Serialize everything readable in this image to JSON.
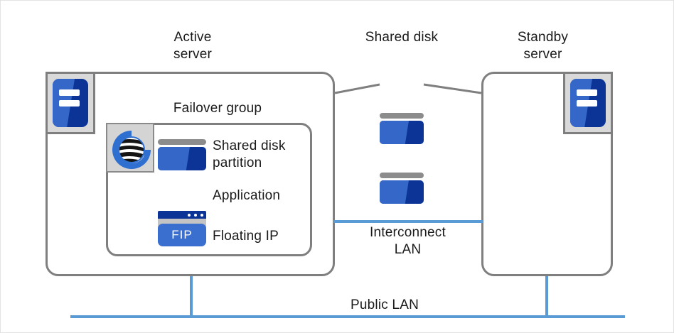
{
  "diagram": {
    "title": "EXPRESSCLUSTER shared disk cluster configuration",
    "colors": {
      "accent_blue": "#3567c8",
      "deep_blue": "#0b3496",
      "net_blue": "#5b9bd5",
      "outline_gray": "#7f7f7f",
      "plate_gray": "#d9d9d9"
    },
    "labels": {
      "active_server": "Active\nserver",
      "standby_server": "Standby\nserver",
      "shared_disk": "Shared disk",
      "failover_group": "Failover group",
      "interconnect_lan": "Interconnect\nLAN",
      "public_lan": "Public  LAN"
    },
    "failover_group_resources": [
      {
        "id": "shared-disk-partition",
        "label": "Shared  disk\npartition",
        "icon": "disk-icon"
      },
      {
        "id": "application",
        "label": "Application",
        "icon": "application-window-icon"
      },
      {
        "id": "floating-ip",
        "label": "Floating IP",
        "icon": "fip-badge-icon",
        "badge": "FIP"
      }
    ],
    "nodes": [
      {
        "id": "active-server",
        "icon": "server-icon"
      },
      {
        "id": "standby-server",
        "icon": "server-icon"
      },
      {
        "id": "shared-disk",
        "icon": "stacked-disk-icon"
      }
    ],
    "cluster_logo": {
      "id": "expresscluster-logo",
      "alt": "EXPRESSCLUSTER G logo"
    }
  }
}
